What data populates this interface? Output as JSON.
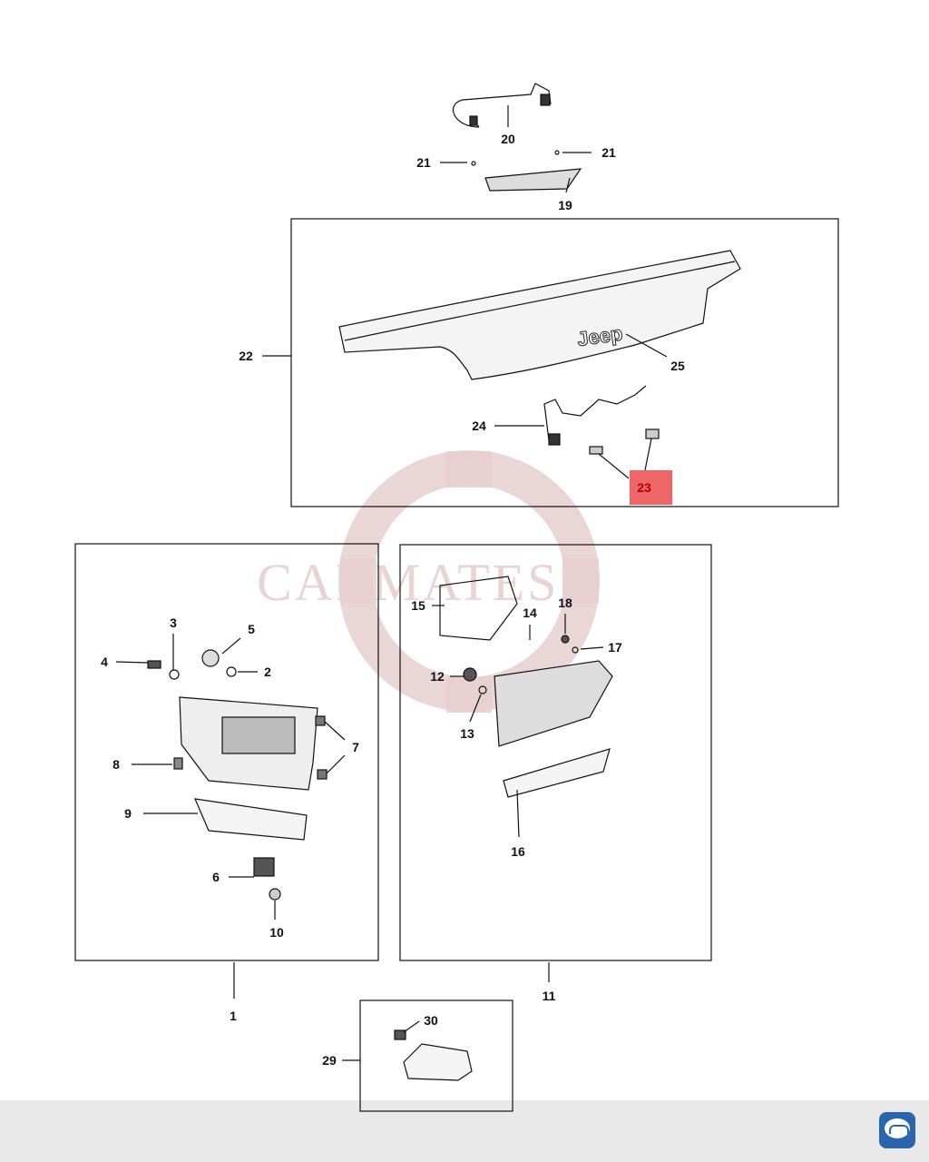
{
  "watermark": {
    "text": "CARMATES",
    "color": "#e3c6c7"
  },
  "callouts": {
    "c1": "1",
    "c2": "2",
    "c3": "3",
    "c4": "4",
    "c5": "5",
    "c6": "6",
    "c7": "7",
    "c8": "8",
    "c9": "9",
    "c10": "10",
    "c11": "11",
    "c12": "12",
    "c13": "13",
    "c14": "14",
    "c15": "15",
    "c16": "16",
    "c17": "17",
    "c18": "18",
    "c19": "19",
    "c20": "20",
    "c21a": "21",
    "c21b": "21",
    "c22": "22",
    "c23": "23",
    "c24": "24",
    "c25": "25",
    "c29": "29",
    "c30": "30"
  },
  "highlight": {
    "part": "23",
    "color": "#ee6666"
  },
  "emblem": {
    "text": "Jeep"
  },
  "app_icon": {
    "name": "car-service-chat-icon",
    "color": "#2a66b0"
  }
}
